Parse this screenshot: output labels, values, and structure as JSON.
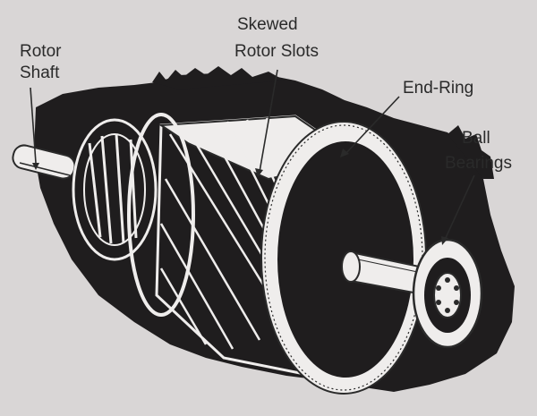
{
  "labels": {
    "rotor_shaft": [
      "Rotor",
      "Shaft"
    ],
    "skewed_rotor_slots": [
      "Skewed",
      "Rotor Slots"
    ],
    "end_ring": "End-Ring",
    "ball_bearings": [
      "Ball",
      "Bearings"
    ]
  },
  "colors": {
    "paper": "#d9d6d6",
    "ink": "#2a2a2a",
    "body_fill": "#efedec",
    "shadow": "#1f1d1e"
  }
}
